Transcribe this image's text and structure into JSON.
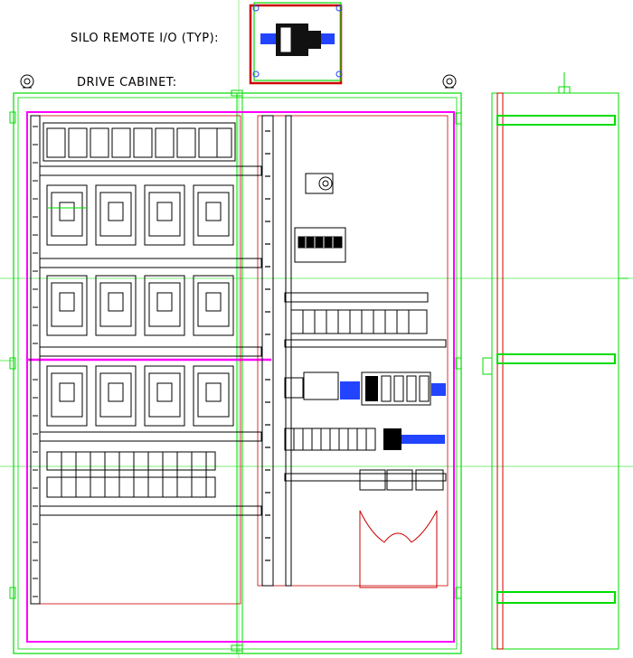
{
  "labels": {
    "silo_remote_io": "SILO REMOTE I/O (TYP):",
    "drive_cabinet": "DRIVE CABINET:"
  },
  "colors": {
    "enclosure": "#00dd00",
    "backpanel": "#ff00ff",
    "panel_detail": "#cc0000",
    "component": "#000000",
    "terminal_blue": "#2244ff"
  },
  "drive_rows": 3,
  "drives_per_row": 4,
  "icons": [
    "lifting-eye-icon",
    "variable-frequency-drive-icon",
    "terminal-block-icon",
    "circuit-breaker-icon",
    "plc-module-icon",
    "power-supply-icon",
    "selector-switch-icon"
  ]
}
